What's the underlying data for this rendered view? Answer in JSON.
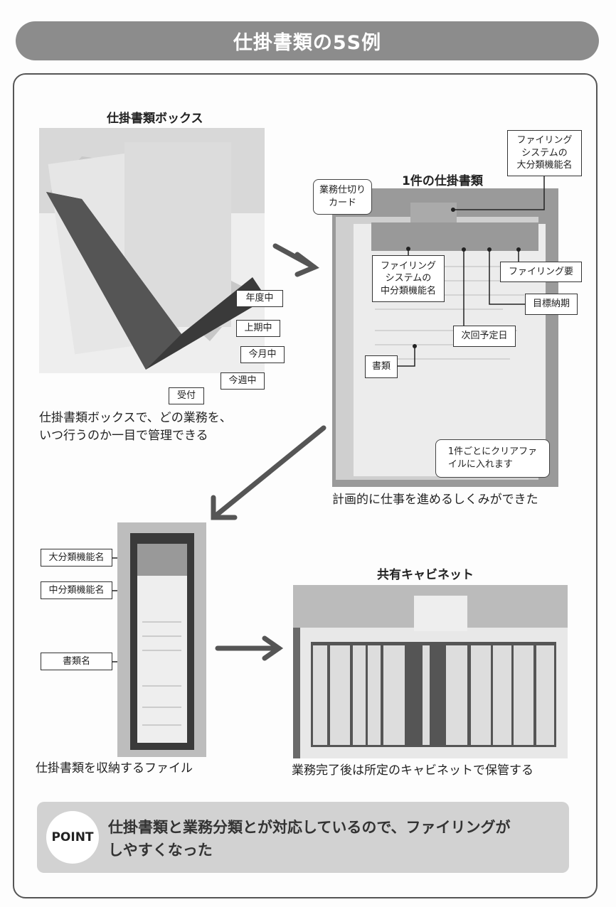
{
  "title": "仕掛書類の5S例",
  "section1": {
    "heading": "仕掛書類ボックス",
    "labels": [
      "年度中",
      "上期中",
      "今月中",
      "今週中",
      "受付"
    ],
    "caption": [
      "仕掛書類ボックスで、どの業務を、",
      "いつ行うのか一目で管理できる"
    ]
  },
  "section2": {
    "heading": "1件の仕掛書類",
    "callout_top": [
      "ファイリング",
      "システムの",
      "大分類機能名"
    ],
    "bubble_card": [
      "業務仕切り",
      "カード"
    ],
    "label_mid": [
      "ファイリング",
      "システムの",
      "中分類機能名"
    ],
    "label_filing": "ファイリング要",
    "label_target": "目標納期",
    "label_next": "次回予定日",
    "label_docs": "書類",
    "bubble_clear": [
      "1件ごとにクリアファ",
      "イルに入れます"
    ],
    "caption": "計画的に仕事を進めるしくみができた"
  },
  "section3": {
    "labels": [
      "大分類機能名",
      "中分類機能名",
      "書類名"
    ],
    "caption": "仕掛書類を収納するファイル"
  },
  "section4": {
    "heading": "共有キャビネット",
    "caption": "業務完了後は所定のキャビネットで保管する"
  },
  "point": {
    "badge": "POINT",
    "text": [
      "仕掛書類と業務分類とが対応しているので、ファイリングが",
      "しやすくなった"
    ]
  }
}
